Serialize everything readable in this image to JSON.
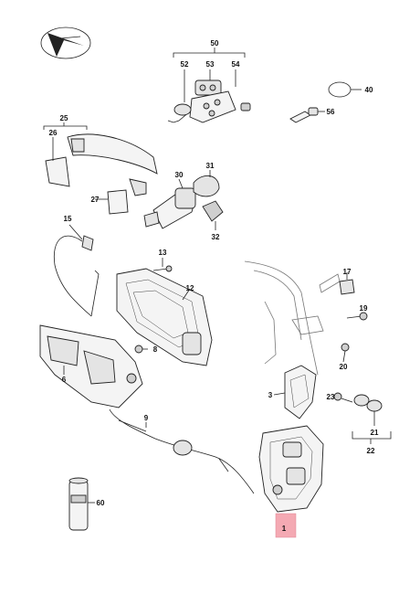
{
  "callouts": {
    "c1": "1",
    "c3": "3",
    "c6": "6",
    "c8": "8",
    "c9": "9",
    "c12": "12",
    "c13": "13",
    "c15": "15",
    "c17": "17",
    "c19": "19",
    "c20": "20",
    "c21": "21",
    "c22": "22",
    "c23": "23",
    "c25": "25",
    "c26": "26",
    "c27": "27",
    "c30": "30",
    "c31": "31",
    "c32": "32",
    "c40": "40",
    "c50": "50",
    "c52": "52",
    "c53": "53",
    "c54": "54",
    "c56": "56",
    "c60": "60"
  },
  "colors": {
    "highlight": "#f4a9b3",
    "line": "#222222"
  }
}
